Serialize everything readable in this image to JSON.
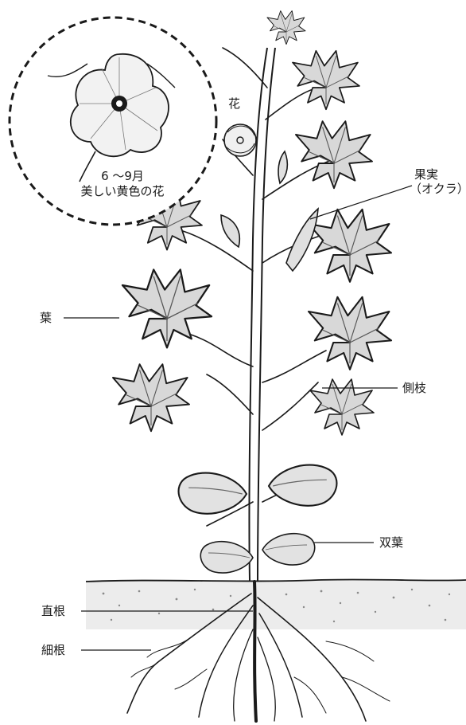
{
  "labels": {
    "flower": "花",
    "fruit_line1": "果実",
    "fruit_line2": "（オクラ）",
    "leaf": "葉",
    "side_branch": "側枝",
    "cotyledon": "双葉",
    "taproot": "直根",
    "fine_root": "細根"
  },
  "callout": {
    "period": "6 ～9月",
    "description": "美しい黄色の花"
  },
  "colors": {
    "ink": "#1a1a1a",
    "leaf_fill": "#dcdcdc",
    "flower_fill": "#f0f0f0",
    "soil": "#ececec",
    "dots": "#8a8a8a"
  }
}
